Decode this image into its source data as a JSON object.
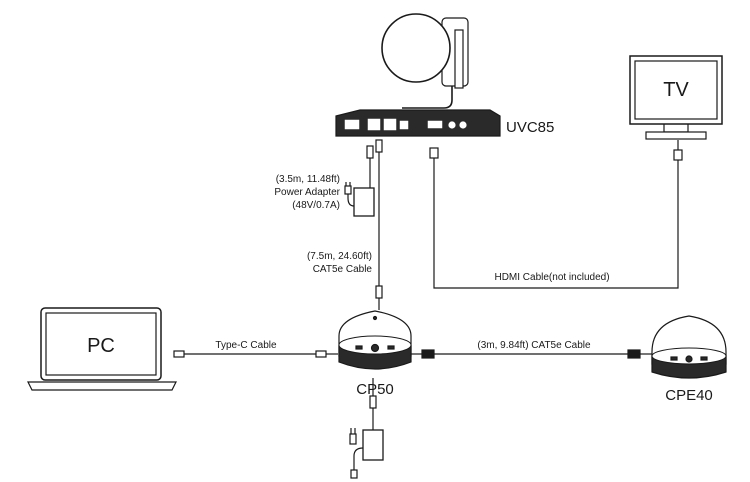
{
  "devices": {
    "camera": "UVC85",
    "tv": "TV",
    "pc": "PC",
    "hub": "CP50",
    "expansion": "CPE40"
  },
  "labels": {
    "power_top": [
      "(3.5m, 11.48ft)",
      "Power Adapter",
      "(48V/0.7A)"
    ],
    "cat5e_main": [
      "(7.5m, 24.60ft)",
      "CAT5e Cable"
    ],
    "hdmi": "HDMI Cable(not included)",
    "typec": "Type-C Cable",
    "cat5e_exp": "(3m, 9.84ft) CAT5e Cable"
  },
  "colors": {
    "line": "#1a1a1a",
    "fill": "#ffffff",
    "device_dark": "#2a2a2a"
  }
}
